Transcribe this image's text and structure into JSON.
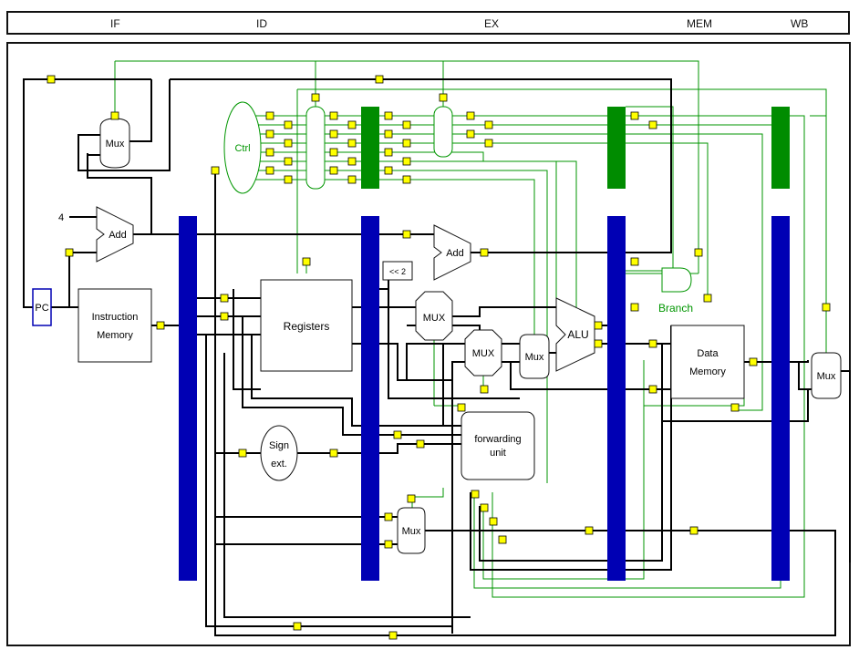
{
  "stages": {
    "if": "IF",
    "id": "ID",
    "ex": "EX",
    "mem": "MEM",
    "wb": "WB"
  },
  "blocks": {
    "pc": "PC",
    "instruction_memory_line1": "Instruction",
    "instruction_memory_line2": "Memory",
    "registers": "Registers",
    "sign_ext_line1": "Sign",
    "sign_ext_line2": "ext.",
    "ctrl": "Ctrl",
    "add_if": "Add",
    "add_ex": "Add",
    "shift": "<< 2",
    "alu": "ALU",
    "data_memory_line1": "Data",
    "data_memory_line2": "Memory",
    "forwarding_unit_line1": "forwarding",
    "forwarding_unit_line2": "unit",
    "branch": "Branch",
    "mux_pc": "Mux",
    "mux_fwd_a": "MUX",
    "mux_fwd_b": "MUX",
    "mux_alu_src": "Mux",
    "mux_regdst": "Mux",
    "mux_wb": "Mux",
    "const_four": "4"
  },
  "colors": {
    "pipeline_register": "#0000b4",
    "control_register": "#008c00",
    "control_wire": "#009600",
    "data_wire": "#000000",
    "probe": "#ffff00",
    "pc_border": "#0000b4"
  }
}
